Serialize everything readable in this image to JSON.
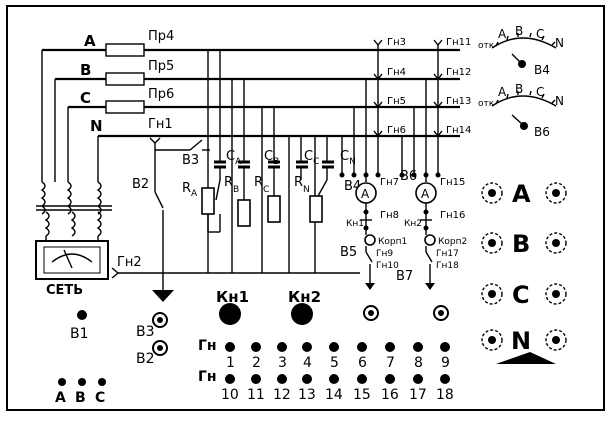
{
  "phases": [
    "A",
    "B",
    "C",
    "N"
  ],
  "fuses": [
    "Пр4",
    "Пр5",
    "Пр6"
  ],
  "switches": {
    "gn1": "Гн1",
    "v3": "В3",
    "v2": "В2",
    "gn2": "Гн2",
    "v4": "В4",
    "v6": "В6",
    "v5": "В5",
    "v7": "В7"
  },
  "caps": {
    "a": {
      "main": "C",
      "sub": "A"
    },
    "b": {
      "main": "C",
      "sub": "B"
    },
    "c": {
      "main": "C",
      "sub": "C"
    },
    "n": {
      "main": "C",
      "sub": "N"
    }
  },
  "resistors": {
    "ra": {
      "main": "R",
      "sub": "A"
    },
    "rb": {
      "main": "R",
      "sub": "B"
    },
    "rc": {
      "main": "R",
      "sub": "C"
    },
    "rn": {
      "main": "R",
      "sub": "N"
    }
  },
  "jacks_left": [
    "Гн3",
    "Гн4",
    "Гн5",
    "Гн6"
  ],
  "jacks_right": [
    "Гн11",
    "Гн12",
    "Гн13",
    "Гн14"
  ],
  "meter_block": {
    "gn7": "Гн7",
    "gn8": "Гн8",
    "gn9": "Гн9",
    "gn10": "Гн10",
    "gn15": "Гн15",
    "gn16": "Гн16",
    "gn17": "Гн17",
    "gn18": "Гн18",
    "kn1": "Кн1",
    "kn2": "Кн2",
    "korp1": "Корп1",
    "korp2": "Корп2",
    "ammeter": "A"
  },
  "selectors": {
    "v4_off": "отк",
    "v6_off": "отк",
    "letters": [
      "A",
      "B",
      "C",
      "N"
    ]
  },
  "mains": {
    "label": "СЕТЬ",
    "switch": "В1"
  },
  "buttons": {
    "kn1": "Кн1",
    "kn2": "Кн2"
  },
  "lower_switches": {
    "v3": "В3",
    "v2": "В2"
  },
  "gn_rows": {
    "label": "Гн",
    "row1": [
      "1",
      "2",
      "3",
      "4",
      "5",
      "6",
      "7",
      "8",
      "9"
    ],
    "row2": [
      "10",
      "11",
      "12",
      "13",
      "14",
      "15",
      "16",
      "17",
      "18"
    ]
  },
  "bottom_terminals": [
    "A",
    "B",
    "C"
  ],
  "phase_sockets": [
    "A",
    "B",
    "C",
    "N"
  ]
}
